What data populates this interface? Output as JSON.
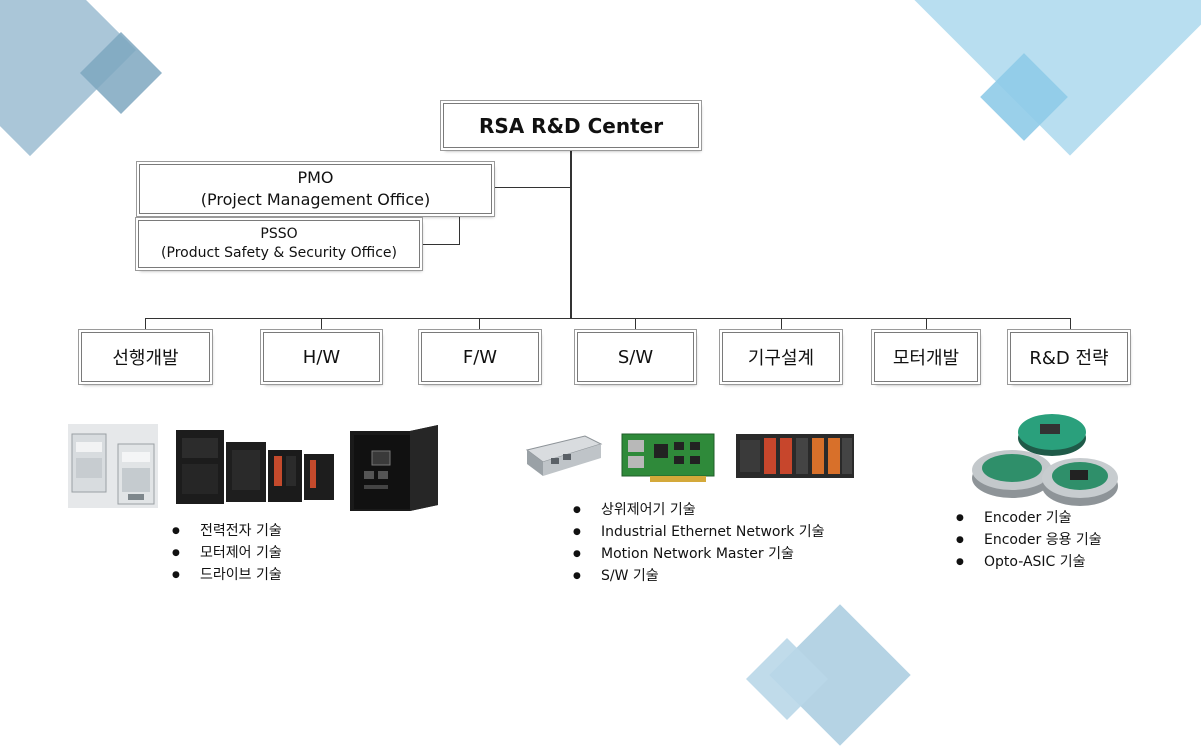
{
  "center": "RSA R&D Center",
  "pmo": {
    "line1": "PMO",
    "line2": "(Project Management Office)"
  },
  "psso": {
    "line1": "PSSO",
    "line2": "(Product Safety & Security Office)"
  },
  "departments": [
    "선행개발",
    "H/W",
    "F/W",
    "S/W",
    "기구설계",
    "모터개발",
    "R&D 전략"
  ],
  "bullets_left": [
    "전력전자 기술",
    "모터제어 기술",
    "드라이브 기술"
  ],
  "bullets_mid": [
    "상위제어기 기술",
    "Industrial Ethernet Network 기술",
    "Motion Network Master 기술",
    "S/W 기술"
  ],
  "bullets_right": [
    "Encoder 기술",
    "Encoder 응용 기술",
    "Opto-ASIC 기술"
  ],
  "colors": {
    "deco_blue_light": "#b7dcef",
    "deco_blue_grey": "#9dbfd4",
    "line": "#333333"
  }
}
